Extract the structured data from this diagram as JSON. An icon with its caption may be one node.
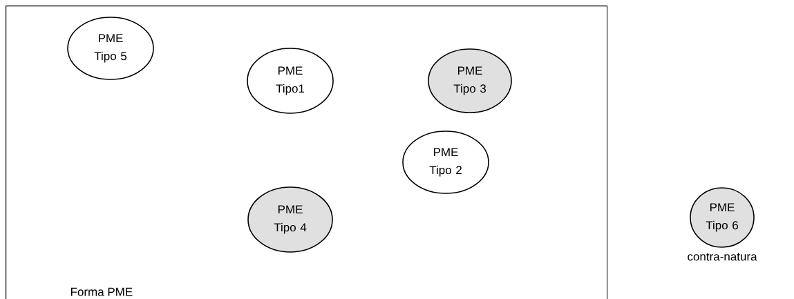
{
  "diagram": {
    "nodes": [
      {
        "text": [
          "Forma PME"
        ]
      },
      {
        "text": [
          "PME Tipo 5"
        ],
        "in": 0
      },
      {
        "text": [
          "PME Tipo1"
        ],
        "in": 0
      },
      {
        "text": [
          "PME Tipo 3"
        ],
        "in": 0
      },
      {
        "text": [
          "PME Tipo 2"
        ],
        "in": 0
      },
      {
        "text": [
          "PME Tipo 4"
        ],
        "in": 0
      },
      {
        "text": [
          "PME Tipo 6"
        ],
        "beside": [
          "contra-natura"
        ]
      }
    ]
  }
}
